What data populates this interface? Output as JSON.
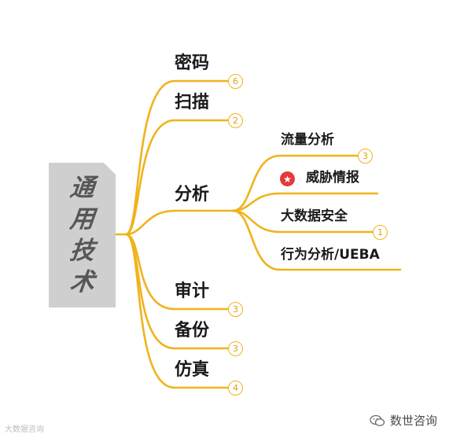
{
  "mindmap": {
    "root": [
      "通",
      "用",
      "技",
      "术"
    ],
    "branches": [
      {
        "label": "密码",
        "badge": "6"
      },
      {
        "label": "扫描",
        "badge": "2"
      },
      {
        "label": "分析",
        "badge": ""
      },
      {
        "label": "审计",
        "badge": "3"
      },
      {
        "label": "备份",
        "badge": "3"
      },
      {
        "label": "仿真",
        "badge": "4"
      }
    ],
    "analysis_children": [
      {
        "label": "流量分析",
        "badge": "3"
      },
      {
        "label": "威胁情报",
        "badge": "",
        "icon": "star-icon"
      },
      {
        "label": "大数据安全",
        "badge": "1"
      },
      {
        "label": "行为分析/UEBA",
        "badge": ""
      }
    ]
  },
  "watermark": {
    "left": "大数据咨询",
    "right": "数世咨询"
  },
  "colors": {
    "line": "#f0b31a",
    "root_bg": "#cfcfcf",
    "root_text": "#565656",
    "star": "#e23b3b"
  }
}
